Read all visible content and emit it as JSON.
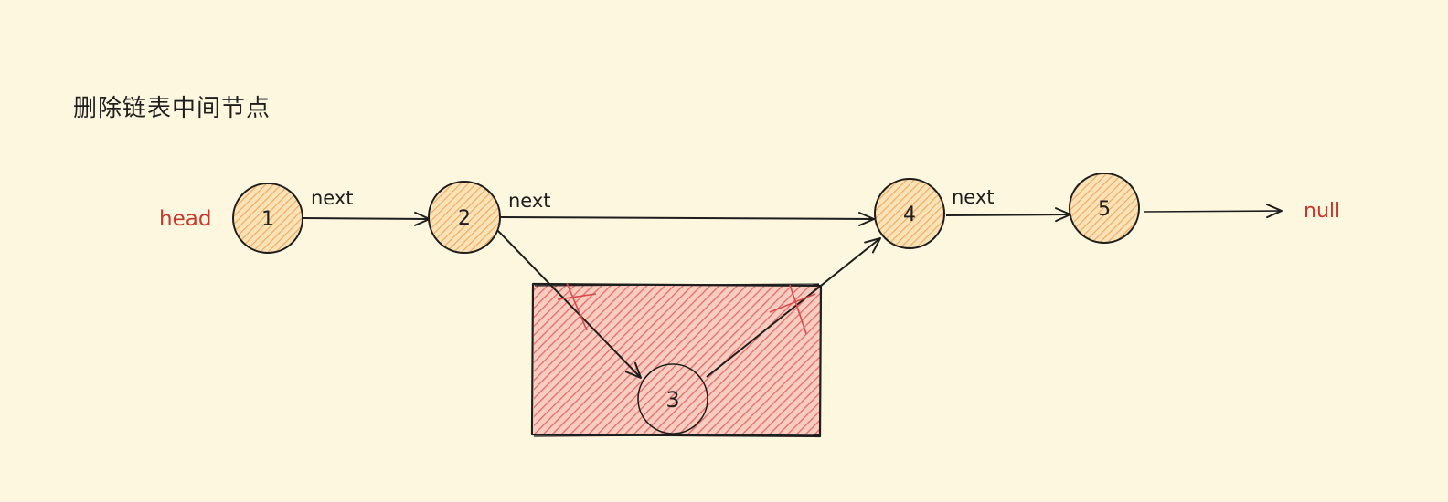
{
  "title": "删除链表中间节点",
  "head_label": "head",
  "null_label": "null",
  "nodes": {
    "n1": "1",
    "n2": "2",
    "n3": "3",
    "n4": "4",
    "n5": "5"
  },
  "edges": {
    "e1_2": "next",
    "e2_4": "next",
    "e4_5": "next"
  },
  "colors": {
    "background": "#fdf7df",
    "node_hatch": "#f5a65b",
    "node_fill": "#fbe3b8",
    "removed_hatch": "#e8696b",
    "removed_fill": "#f6b2a6",
    "label_red": "#c9362b",
    "stroke": "#1e1e1e"
  }
}
